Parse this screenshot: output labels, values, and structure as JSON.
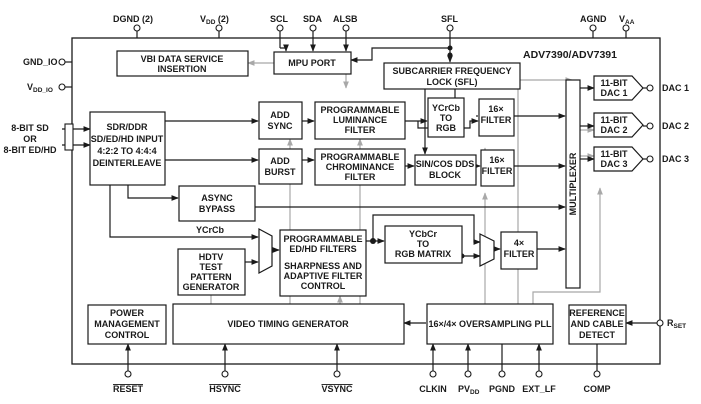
{
  "chip_title": "ADV7390/ADV7391",
  "top_pins": {
    "dgnd": "DGND (2)",
    "vdd": "V",
    "vdd_sub": "DD",
    "vdd_suffix": " (2)",
    "scl": "SCL",
    "sda": "SDA",
    "alsb": "ALSB",
    "sfl": "SFL",
    "agnd": "AGND",
    "vaa": "V",
    "vaa_sub": "AA"
  },
  "left_pins": {
    "gnd_io": "GND_IO",
    "vdd_io": "V",
    "vdd_io_sub": "DD_IO",
    "input_line1": "8-BIT SD",
    "input_line2": "OR",
    "input_line3": "8-BIT ED/HD"
  },
  "right_pins": {
    "dac1": "DAC 1",
    "dac2": "DAC 2",
    "dac3": "DAC 3",
    "rset": "R",
    "rset_sub": "SET"
  },
  "bottom_pins": {
    "reset": "RESET",
    "hsync": "HSYNC",
    "vsync": "VSYNC",
    "clkin": "CLKIN",
    "pvdd": "PV",
    "pvdd_sub": "DD",
    "pgnd": "PGND",
    "ext_lf": "EXT_LF",
    "comp": "COMP"
  },
  "blocks": {
    "vbi": [
      "VBI DATA SERVICE",
      "INSERTION"
    ],
    "mpu": [
      "MPU PORT"
    ],
    "sfl": [
      "SUBCARRIER FREQUENCY",
      "LOCK (SFL)"
    ],
    "sdr": [
      "SDR/DDR",
      "SD/ED/HD INPUT",
      "4:2:2 TO 4:4:4",
      "DEINTERLEAVE"
    ],
    "add_sync": [
      "ADD",
      "SYNC"
    ],
    "add_burst": [
      "ADD",
      "BURST"
    ],
    "lum": [
      "PROGRAMMABLE",
      "LUMINANCE",
      "FILTER"
    ],
    "chrom": [
      "PROGRAMMABLE",
      "CHROMINANCE",
      "FILTER"
    ],
    "ycrcb_rgb": [
      "YCrCb",
      "TO",
      "RGB"
    ],
    "filt16a": [
      "16×",
      "FILTER"
    ],
    "sincos": [
      "SIN/COS DDS",
      "BLOCK"
    ],
    "filt16b": [
      "16×",
      "FILTER"
    ],
    "async": [
      "ASYNC",
      "BYPASS"
    ],
    "edhd": [
      "PROGRAMMABLE",
      "ED/HD FILTERS",
      "",
      "SHARPNESS AND",
      "ADAPTIVE FILTER",
      "CONTROL"
    ],
    "ycbcr_matrix": [
      "YCbCr",
      "TO",
      "RGB MATRIX"
    ],
    "filt4": [
      "4×",
      "FILTER"
    ],
    "hdtv": [
      "HDTV",
      "TEST",
      "PATTERN",
      "GENERATOR"
    ],
    "mux": "MULTIPLEXER",
    "dac1": [
      "11-BIT",
      "DAC 1"
    ],
    "dac2": [
      "11-BIT",
      "DAC 2"
    ],
    "dac3": [
      "11-BIT",
      "DAC 3"
    ],
    "power": [
      "POWER",
      "MANAGEMENT",
      "CONTROL"
    ],
    "vtg": [
      "VIDEO TIMING GENERATOR"
    ],
    "pll": [
      "16×/4× OVERSAMPLING PLL"
    ],
    "ref": [
      "REFERENCE",
      "AND CABLE",
      "DETECT"
    ]
  },
  "wire_label": "YCrCb",
  "colors": {
    "line": "#1a1a1a",
    "gray_line": "#a8a8a8",
    "background": "#ffffff"
  }
}
